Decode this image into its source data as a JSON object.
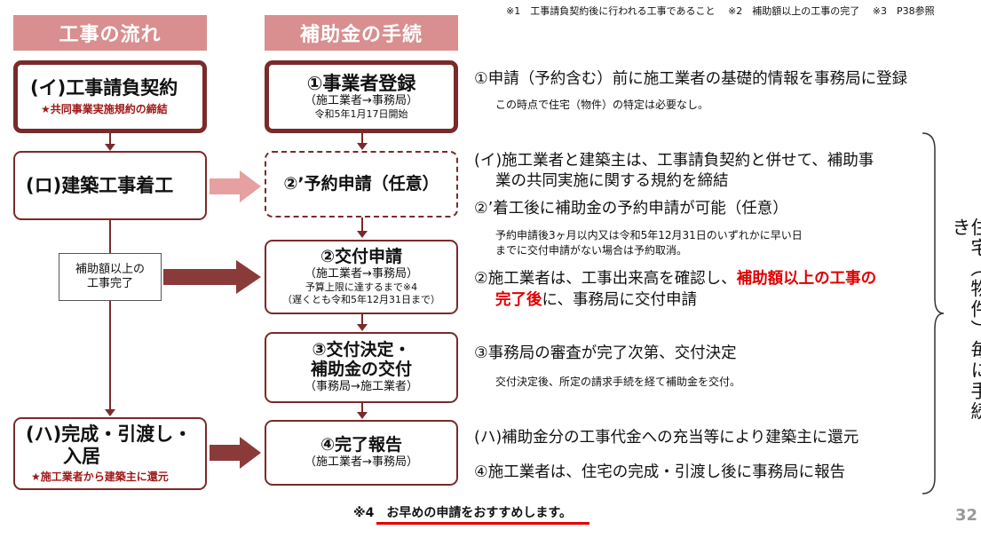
{
  "top_note": "※1　工事請負契約後に行われる工事であること　 ※2　補助額以上の工事の完了　  ※3　P38参照",
  "headers": {
    "left": "工事の流れ",
    "right": "補助金の手続"
  },
  "left_boxes": {
    "contract": {
      "title": "(イ)工事請負契約",
      "sub": "★共同事業実施規約の締結"
    },
    "start": {
      "title": "(ロ)建築工事着工"
    },
    "complete_note": {
      "line1": "補助額以上の",
      "line2": "工事完了"
    },
    "handover": {
      "title1": "(ハ)完成・引渡し・",
      "title2": "入居",
      "sub": "★施工業者から建築主に還元"
    }
  },
  "right_boxes": {
    "registration": {
      "title": "①事業者登録",
      "line1": "（施工業者→事務局）",
      "line2": "令和5年1月17日開始"
    },
    "reservation": {
      "title": "②’予約申請（任意）"
    },
    "grant_application": {
      "title": "②交付申請",
      "line1": "（施工業者→事務局）",
      "line2": "予算上限に達するまで※4",
      "line3": "（遅くとも令和5年12月31日まで）"
    },
    "grant_decision": {
      "title1": "③交付決定・",
      "title2": "補助金の交付",
      "line1": "（事務局→施工業者）"
    },
    "completion_report": {
      "title": "④完了報告",
      "line1": "（施工業者→事務局）"
    }
  },
  "descriptions": {
    "d1": "①申請（予約含む）前に施工業者の基礎的情報を事務局に登録",
    "d1_sub": "この時点で住宅（物件）の特定は必要なし。",
    "d_i_1": "(イ)施工業者と建築主は、工事請負契約と併せて、補助事",
    "d_i_2": "業の共同実施に関する規約を締結",
    "d2p": "②’着工後に補助金の予約申請が可能（任意）",
    "d2p_sub1": "予約申請後3ヶ月以内又は令和5年12月31日のいずれかに早い日",
    "d2p_sub2": "までに交付申請がない場合は予約取消。",
    "d2_a": "②施工業者は、工事出来高を確認し、",
    "d2_red1": "補助額以上の工事の",
    "d2_red2": "完了後",
    "d2_b": "に、事務局に交付申請",
    "d3": "③事務局の審査が完了次第、交付決定",
    "d3_sub": "交付決定後、所定の請求手続を経て補助金を交付。",
    "d_ha": "(ハ)補助金分の工事代金への充当等により建築主に還元",
    "d4": "④施工業者は、住宅の完成・引渡し後に事務局に報告"
  },
  "side_label": "住宅（物件）毎に手続き",
  "bottom_note": {
    "prefix": "※4　",
    "text": "お早めの申請をおすすめします。"
  },
  "page_number": "32",
  "colors": {
    "header": "#d98f8f",
    "border": "#7a2a2a",
    "arrow": "#8b3a3a",
    "highlight": "#e00000"
  }
}
